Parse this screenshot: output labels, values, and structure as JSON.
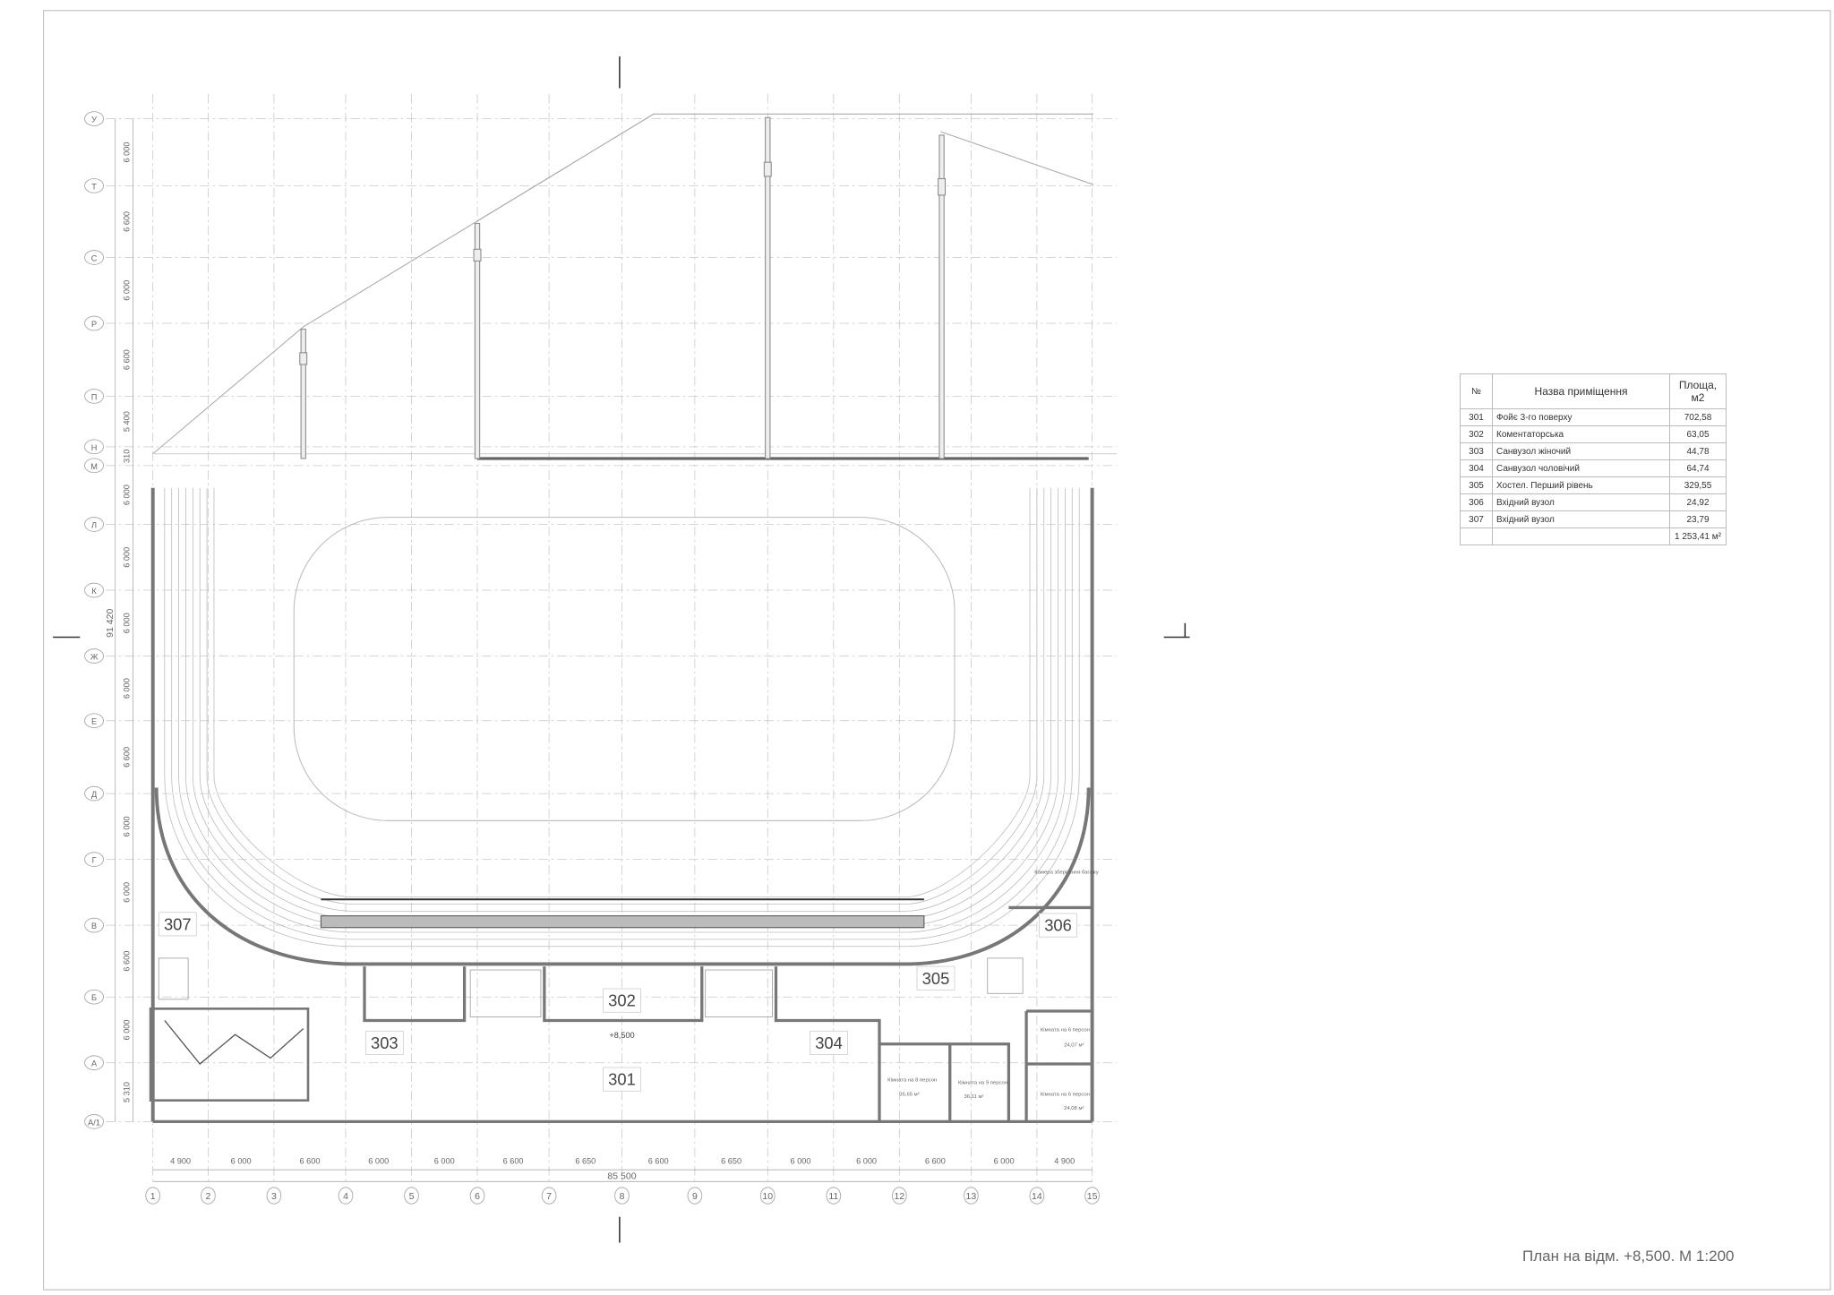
{
  "drawing": {
    "title": "План на відм. +8,500. М 1:200",
    "level_mark": "+8,500",
    "total_width_dim": "85 500",
    "total_height_dim": "91 420",
    "columns": [
      "1",
      "2",
      "3",
      "4",
      "5",
      "6",
      "7",
      "8",
      "9",
      "10",
      "11",
      "12",
      "13",
      "14",
      "15"
    ],
    "column_dims": [
      "4 900",
      "6 000",
      "6 600",
      "6 000",
      "6 000",
      "6 600",
      "6 650",
      "6 600",
      "6 650",
      "6 000",
      "6 000",
      "6 600",
      "6 000",
      "4 900"
    ],
    "rows": [
      "У",
      "Т",
      "С",
      "Р",
      "П",
      "Н",
      "М",
      "Л",
      "К",
      "Ж",
      "Е",
      "Д",
      "Г",
      "В",
      "Б",
      "А",
      "А/1"
    ],
    "row_dims": [
      "6 000",
      "6 600",
      "6 000",
      "6 600",
      "5 400",
      "310",
      "6 000",
      "6 000",
      "6 000",
      "6 000",
      "6 600",
      "6 000",
      "6 000",
      "6 600",
      "6 000",
      "5 310"
    ],
    "room_tags": [
      "301",
      "302",
      "303",
      "304",
      "305",
      "306",
      "307"
    ],
    "small_labels": {
      "storage": "Камера зберігання багажу",
      "room6a": "Кімната на 6 персон",
      "room6a_area": "24,07 м²",
      "room6b": "Кімната на 6 персон",
      "room6b_area": "24,08 м²",
      "room8": "Кімната на 8 персон",
      "room8_area": "35,65 м²",
      "room9": "Кімната на 9 персон",
      "room9_area": "36,11 м²"
    }
  },
  "table": {
    "headers": [
      "№",
      "Назва приміщення",
      "Площа, м2"
    ],
    "rows": [
      [
        "301",
        "Фойє 3-го поверху",
        "702,58"
      ],
      [
        "302",
        "Коментаторська",
        "63,05"
      ],
      [
        "303",
        "Санвузол жіночий",
        "44,78"
      ],
      [
        "304",
        "Санвузол чоловічий",
        "64,74"
      ],
      [
        "305",
        "Хостел. Перший рівень",
        "329,55"
      ],
      [
        "306",
        "Вхідний вузол",
        "24,92"
      ],
      [
        "307",
        "Вхідний вузол",
        "23,79"
      ]
    ],
    "total": "1 253,41 м²"
  }
}
